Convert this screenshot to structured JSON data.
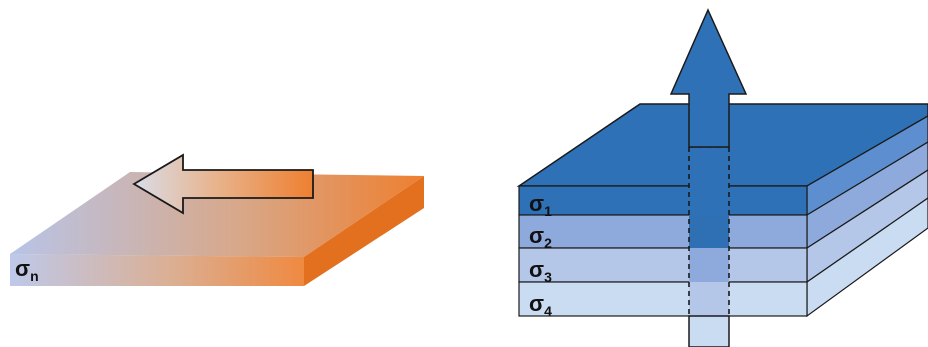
{
  "left_diagram": {
    "label": "σ",
    "label_sub": "n",
    "colors": {
      "cool": "#b6c2e6",
      "warm": "#ee7f30",
      "warm_dark": "#e06f22"
    }
  },
  "right_diagram": {
    "layers": [
      {
        "symbol": "σ",
        "sub": "1",
        "color": "#2f71b6"
      },
      {
        "symbol": "σ",
        "sub": "2",
        "color": "#8eaadc"
      },
      {
        "symbol": "σ",
        "sub": "3",
        "color": "#b4c7e8"
      },
      {
        "symbol": "σ",
        "sub": "4",
        "color": "#c9dcf1"
      }
    ],
    "colors": {
      "top": "#2f71b6",
      "arrow": "#2f71b6",
      "stroke": "#1a1a1a"
    }
  }
}
